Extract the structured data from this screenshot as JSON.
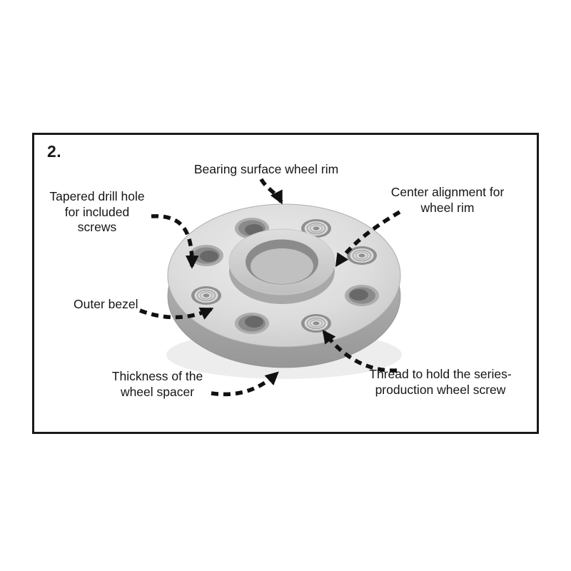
{
  "figure": {
    "step_number": "2.",
    "labels": {
      "bearing_surface": "Bearing surface wheel rim",
      "tapered_drill_hole": "Tapered drill hole\nfor included\nscrews",
      "center_alignment": "Center alignment for\nwheel rim",
      "outer_bezel": "Outer bezel",
      "thickness": "Thickness of the\nwheel spacer",
      "thread": "Thread to hold the series-\nproduction wheel screw"
    },
    "colors": {
      "frame_border": "#1a1a1a",
      "arrow": "#111111",
      "text": "#161616",
      "disc_light": "#e9e9e9",
      "disc_mid": "#c9c9c9",
      "disc_dark": "#9b9b9b"
    }
  }
}
